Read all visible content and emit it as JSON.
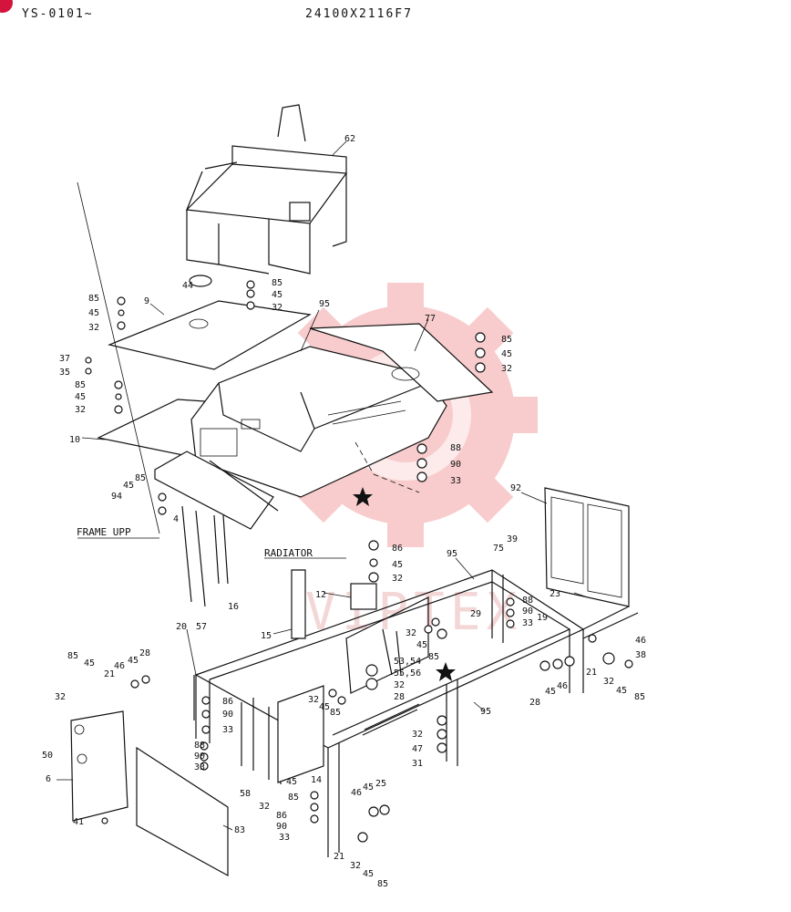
{
  "header": {
    "model_code": "YS-0101~",
    "part_number": "24100X2116F7"
  },
  "annotations": {
    "frame_upper": "FRAME UPP",
    "radiator": "RADIATOR"
  },
  "watermark": {
    "text": "VIPTEX",
    "color": "#f5b5b5"
  },
  "colors": {
    "line": "#111111",
    "corner_badge": "#d4143c"
  },
  "callouts": {
    "c62": "62",
    "c44": "44",
    "c85a": "85",
    "c45a": "45",
    "c32a": "32",
    "c95a": "95",
    "c77": "77",
    "c85b": "85",
    "c45b": "45",
    "c32b": "32",
    "c85c": "85",
    "c9": "9",
    "c45c": "45",
    "c32c": "32",
    "c37": "37",
    "c35": "35",
    "c85d": "85",
    "c45d": "45",
    "c32d": "32",
    "c10": "10",
    "c88a": "88",
    "c90a": "90",
    "c33a": "33",
    "c85e": "85",
    "c45e": "45",
    "c94": "94",
    "c4": "4",
    "c92": "92",
    "c86a": "86",
    "c45f": "45",
    "c32e": "32",
    "c95b": "95",
    "c39": "39",
    "c75": "75",
    "c12": "12",
    "c16": "16",
    "c15": "15",
    "c20": "20",
    "c57": "57",
    "c88b": "88",
    "c90b": "90",
    "c33b": "33",
    "c29": "29",
    "c19": "19",
    "c23": "23",
    "c32f": "32",
    "c45g": "45",
    "c85f": "85",
    "c5354": "53,54",
    "c5556": "55,56",
    "c32g": "32",
    "c28a": "28",
    "c46a": "46",
    "c38": "38",
    "c21a": "21",
    "c32h": "32",
    "c45h": "45",
    "c85g": "85",
    "c28b": "28",
    "c45i": "45",
    "c46b": "46",
    "c85h": "85",
    "c45j": "45",
    "c21b": "21",
    "c46c": "46",
    "c45k": "45",
    "c28c": "28",
    "c32i": "32",
    "c86b": "86",
    "c90c": "90",
    "c33c": "33",
    "c88c": "88",
    "c90d": "90",
    "c33d": "33",
    "c32j": "32",
    "c45l": "45",
    "c85i": "85",
    "c95c": "95",
    "c32k": "32",
    "c47": "47",
    "c31": "31",
    "c50": "50",
    "c6": "6",
    "c41": "41",
    "c58": "58",
    "c14": "14",
    "c45m": "45",
    "c85j": "85",
    "c32l": "32",
    "c86c": "86",
    "c90e": "90",
    "c33e": "33",
    "c83": "83",
    "c46d": "46",
    "c45n": "45",
    "c25": "25",
    "c21c": "21",
    "c32m": "32",
    "c45o": "45",
    "c85k": "85"
  }
}
